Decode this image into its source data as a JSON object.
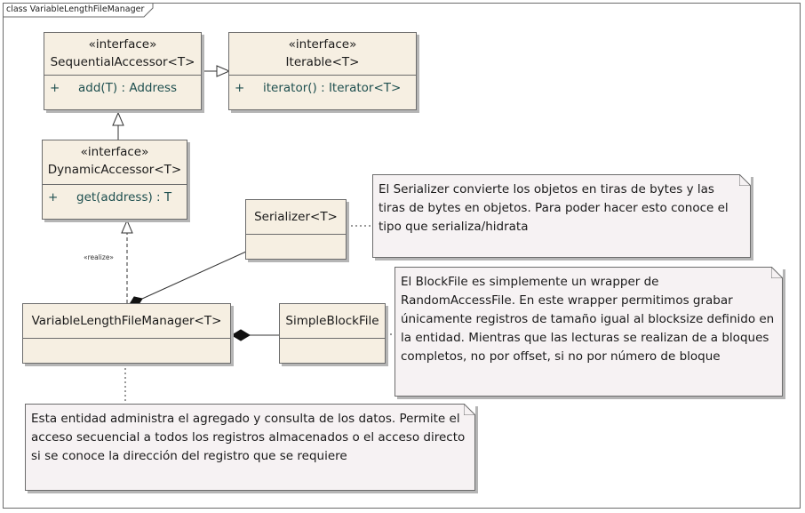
{
  "diagram": {
    "frame_title": "class VariableLengthFileManager",
    "classes": {
      "sequential": {
        "stereotype": "«interface»",
        "name": "SequentialAccessor<T>",
        "op_vis": "+",
        "op": "add(T) : Address"
      },
      "iterable": {
        "stereotype": "«interface»",
        "name": "Iterable<T>",
        "op_vis": "+",
        "op": "iterator() : Iterator<T>"
      },
      "dynamic": {
        "stereotype": "«interface»",
        "name": "DynamicAccessor<T>",
        "op_vis": "+",
        "op": "get(address) : T"
      },
      "serializer": {
        "name": "Serializer<T>"
      },
      "manager": {
        "name": "VariableLengthFileManager<T>"
      },
      "blockfile": {
        "name": "SimpleBlockFile"
      }
    },
    "realize_label": "«realize»",
    "notes": {
      "serializer": "El Serializer convierte los objetos en tiras de bytes y las tiras de bytes en objetos. Para poder hacer esto conoce el tipo que serializa/hidrata",
      "blockfile": "El BlockFile es simplemente un wrapper de RandomAccessFile. En este wrapper permitimos grabar únicamente registros de tamaño igual al blocksize definido en la entidad. Mientras que las lecturas se realizan de a bloques completos, no por offset, si no por número de bloque",
      "manager": "Esta entidad administra el agregado y consulta de los datos. Permite el acceso secuencial a todos los registros almacenados o el acceso directo si se conoce la dirección del registro que se requiere"
    }
  }
}
